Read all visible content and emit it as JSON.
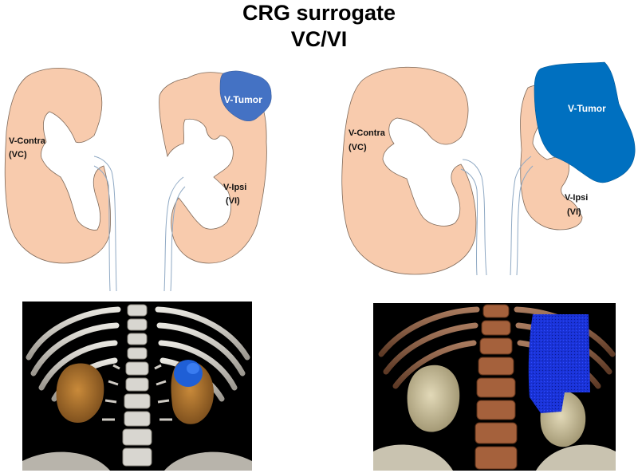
{
  "title": {
    "line1": "CRG surrogate",
    "line2": "VC/VI"
  },
  "left_diagram": {
    "contra_label_1": "V-Contra",
    "contra_label_2": "(VC)",
    "ipsi_label_1": "V-Ipsi",
    "ipsi_label_2": "(VI)",
    "tumor_label": "V-Tumor"
  },
  "right_diagram": {
    "contra_label_1": "V-Contra",
    "contra_label_2": "(VC)",
    "ipsi_label_1": "V-Ipsi",
    "ipsi_label_2": "(VI)",
    "tumor_label": "V-Tumor"
  },
  "colors": {
    "kidney_fill": "#f8cbad",
    "kidney_stroke": "#7f6a5a",
    "ureter_stroke": "#8fa9c4",
    "tumor_small": "#4472c4",
    "tumor_large": "#0070c0",
    "ct_background": "#000000"
  }
}
